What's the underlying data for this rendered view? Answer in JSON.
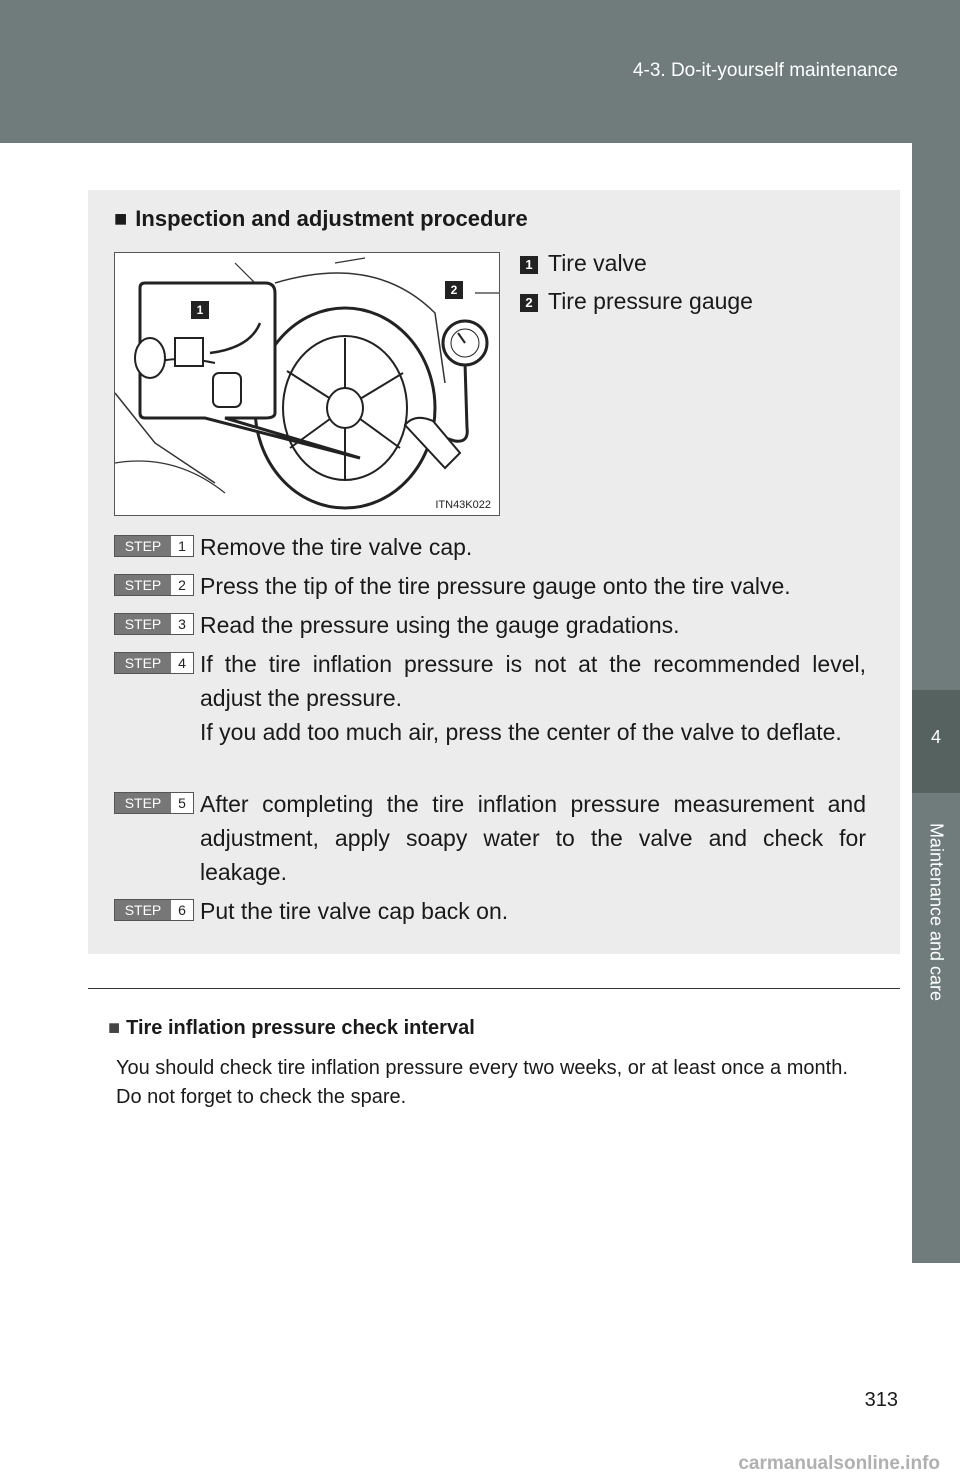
{
  "header": {
    "title": "4-3. Do-it-yourself maintenance"
  },
  "side_tab": {
    "number": "4",
    "label": "Maintenance and care"
  },
  "section": {
    "title": "Inspection and adjustment procedure",
    "illustration_code": "ITN43K022",
    "legend": [
      {
        "num": "1",
        "label": "Tire valve"
      },
      {
        "num": "2",
        "label": "Tire pressure gauge"
      }
    ],
    "step_word": "STEP",
    "steps": [
      {
        "num": "1",
        "lines": [
          "Remove the tire valve cap."
        ]
      },
      {
        "num": "2",
        "lines": [
          "Press the tip of the tire pressure gauge onto the tire valve."
        ]
      },
      {
        "num": "3",
        "lines": [
          "Read the pressure using the gauge gradations."
        ]
      },
      {
        "num": "4",
        "lines": [
          "If the tire inflation pressure is not at the recommended level, adjust the pressure.",
          "If you add too much air, press the center of the valve to deflate."
        ]
      },
      {
        "num": "5",
        "lines": [
          "After completing the tire inflation pressure measurement and adjustment, apply soapy water to the valve and check for leakage."
        ]
      },
      {
        "num": "6",
        "lines": [
          "Put the tire valve cap back on."
        ]
      }
    ]
  },
  "subsection": {
    "title": "Tire inflation pressure check interval",
    "paragraphs": [
      "You should check tire inflation pressure every two weeks, or at least once a month.",
      "Do not forget to check the spare."
    ]
  },
  "page_number": "313",
  "watermark": "carmanualsonline.info"
}
